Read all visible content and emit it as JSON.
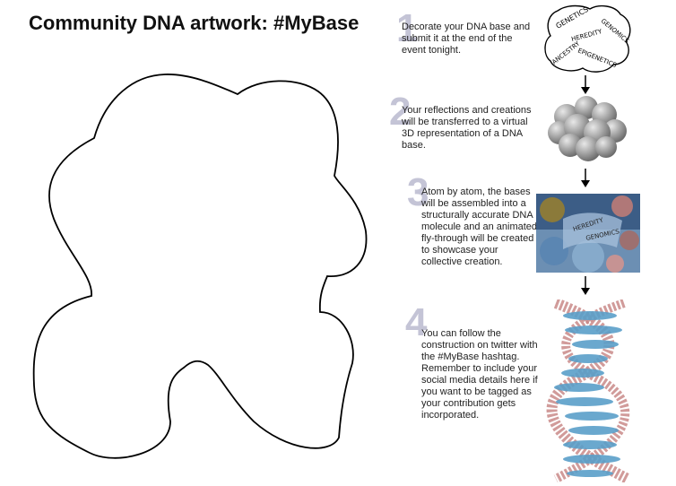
{
  "title": "Community DNA artwork: #MyBase",
  "steps": [
    {
      "number": "1",
      "text": "Decorate your DNA base and submit it at the end of the event tonight."
    },
    {
      "number": "2",
      "text": "Your reflections and creations will be transferred to a virtual 3D representation of a DNA base."
    },
    {
      "number": "3",
      "text": "Atom by atom, the bases will be assembled into a structurally accurate DNA molecule and an animated fly-through will be created to showcase your collective creation."
    },
    {
      "number": "4",
      "text": "You can follow the construction on twitter with the #MyBase hashtag. Remember to include your social media details here if you want to be tagged as your contribution gets incorporated."
    }
  ],
  "sketch_words": [
    "GENETICS",
    "HEREDITY",
    "GENOMICS",
    "EPIGENETICS",
    "ANCESTRY"
  ],
  "colors": {
    "step_number": "#c4c4d6",
    "outline": "#000000",
    "atoms": "#5a9fc9",
    "backbone": "#c98a88",
    "grey_model": "#9a9a9a"
  }
}
